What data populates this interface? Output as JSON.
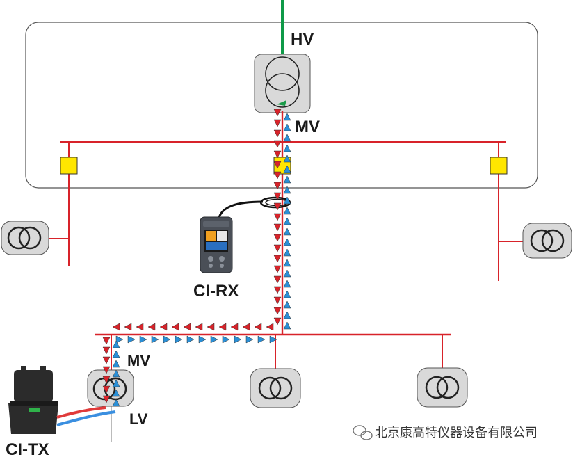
{
  "labels": {
    "hv": "HV",
    "mv_top": "MV",
    "ci_rx": "CI-RX",
    "mv_bottom": "MV",
    "lv": "LV",
    "ci_tx": "CI-TX"
  },
  "watermark": {
    "text": "北京康高特仪器设备有限公司",
    "icon": "wechat-icon"
  },
  "colors": {
    "feeder_line": "#d8232a",
    "hv_line": "#0f9a48",
    "arrow_red": "#d8232a",
    "arrow_blue": "#2a8fd6",
    "fuse_yellow": "#ffe600",
    "transformer_fill": "#d9d9d9",
    "substation_border": "#555555",
    "cable_red": "#e03a3a",
    "cable_blue": "#3a8fe0"
  }
}
